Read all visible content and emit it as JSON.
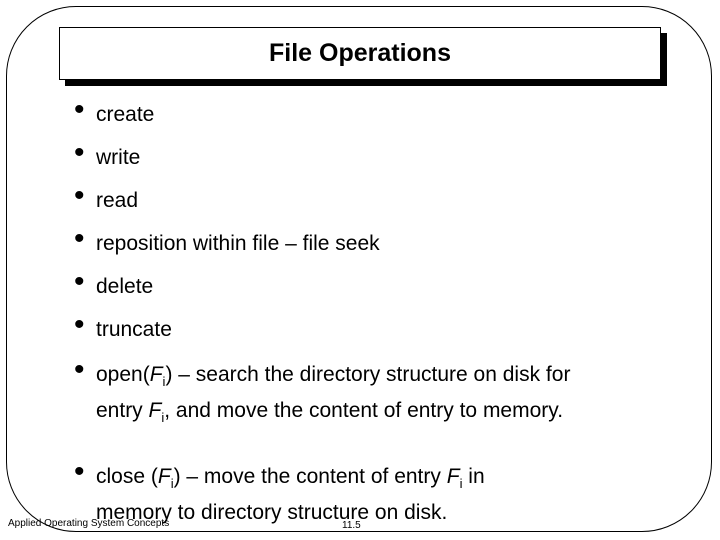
{
  "slide": {
    "title": "File Operations",
    "bullets": [
      {
        "segments": [
          {
            "t": "create"
          }
        ]
      },
      {
        "segments": [
          {
            "t": "write"
          }
        ]
      },
      {
        "segments": [
          {
            "t": "read"
          }
        ]
      },
      {
        "segments": [
          {
            "t": "reposition within file – file seek"
          }
        ]
      },
      {
        "segments": [
          {
            "t": "delete"
          }
        ]
      },
      {
        "segments": [
          {
            "t": "truncate"
          }
        ]
      },
      {
        "segments": [
          {
            "t": "open("
          },
          {
            "t": "F",
            "i": true
          },
          {
            "t": "i",
            "sub": true
          },
          {
            "t": ") – search the directory structure on disk for entry "
          },
          {
            "t": "F",
            "i": true
          },
          {
            "t": "i",
            "sub": true
          },
          {
            "t": ", and move the content of entry to memory."
          }
        ]
      },
      {
        "segments": [
          {
            "t": "close ("
          },
          {
            "t": "F",
            "i": true
          },
          {
            "t": "i",
            "sub": true
          },
          {
            "t": ") – move the content of entry "
          },
          {
            "t": "F",
            "i": true
          },
          {
            "t": "i",
            "sub": true
          },
          {
            "t": " in memory to directory structure on disk."
          }
        ]
      }
    ],
    "footer": {
      "course": "Applied Operating System Concepts",
      "page": "11.5"
    }
  }
}
